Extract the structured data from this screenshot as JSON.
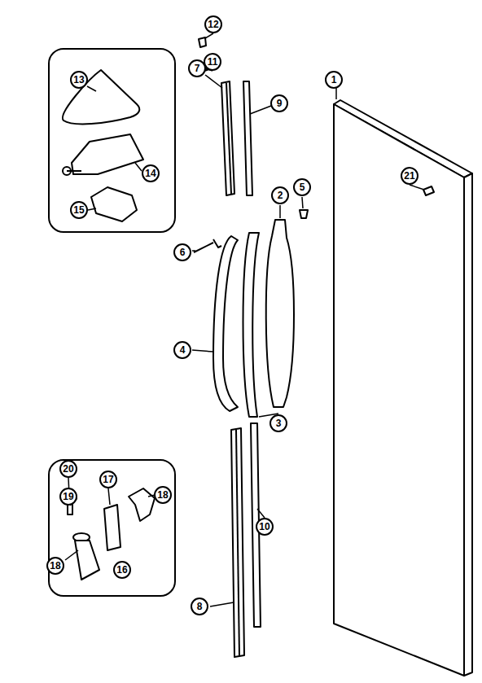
{
  "diagram": {
    "labels": [
      "1",
      "2",
      "3",
      "4",
      "5",
      "6",
      "7",
      "8",
      "9",
      "10",
      "11",
      "12",
      "13",
      "14",
      "15",
      "16",
      "17",
      "18",
      "18",
      "19",
      "20",
      "21"
    ]
  }
}
